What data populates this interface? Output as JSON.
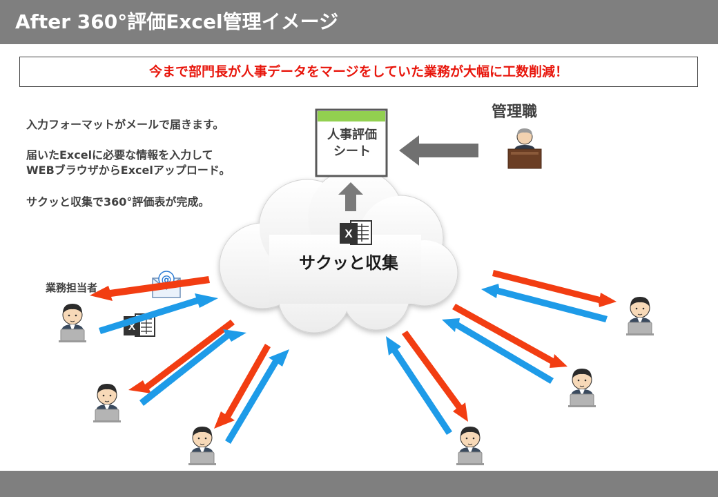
{
  "header": {
    "title": "After 360°評価Excel管理イメージ"
  },
  "banner": {
    "text": "今まで部門長が人事データをマージをしていた業務が大幅に工数削減！"
  },
  "description": {
    "line1": "入力フォーマットがメールで届きます。",
    "line2a": "届いたExcelに必要な情報を入力して",
    "line2b": "WEBブラウザからExcelアップロード。",
    "line3": "サクッと収集で360°評価表が完成。"
  },
  "manager": {
    "label": "管理職"
  },
  "sheet": {
    "line1": "人事評価",
    "line2": "シート"
  },
  "cloud": {
    "label": "サクッと収集",
    "excel_glyph": "X"
  },
  "staff": {
    "label": "業務担当者"
  },
  "email_icon": {
    "glyph": "@"
  },
  "colors": {
    "red_arrow": "#f23d12",
    "blue_arrow": "#1e9be8",
    "header_bg": "#7f7f7f",
    "banner_text": "#e8160c",
    "sheet_header": "#92d050"
  }
}
